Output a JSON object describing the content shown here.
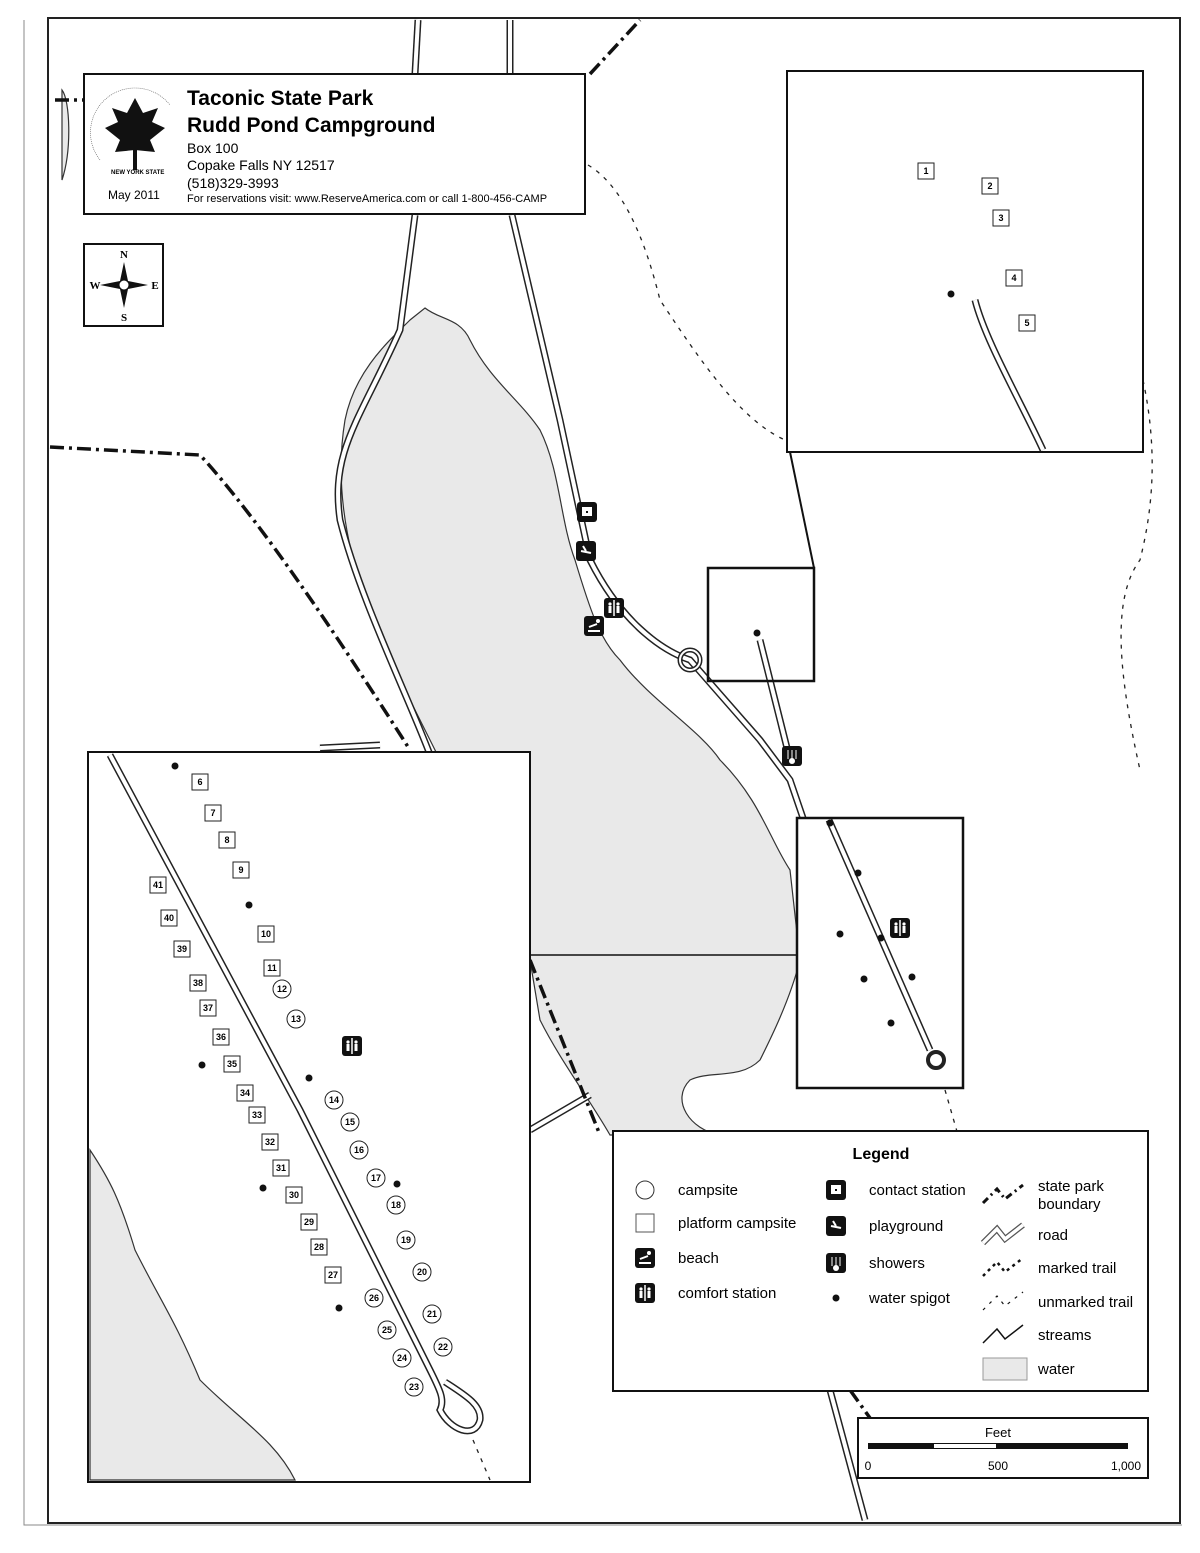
{
  "header": {
    "title_line1": "Taconic State Park",
    "title_line2": "Rudd Pond Campground",
    "address1": "Box 100",
    "address2": "Copake Falls NY 12517",
    "phone": "(518)329-3993",
    "reservations": "For reservations visit: www.ReserveAmerica.com or call 1-800-456-CAMP",
    "date": "May 2011",
    "logo_text": "OFFICE OF PARKS · RECREATION · HISTORIC PRESERVATION · NEW YORK STATE"
  },
  "compass": {
    "n": "N",
    "s": "S",
    "e": "E",
    "w": "W"
  },
  "sites": {
    "upper_inset": [
      "1",
      "2",
      "3",
      "4",
      "5"
    ],
    "platform": [
      "6",
      "7",
      "8",
      "9",
      "10",
      "11",
      "41",
      "40",
      "39",
      "38",
      "37",
      "36",
      "35",
      "34",
      "33",
      "32",
      "31",
      "30",
      "29",
      "28",
      "27"
    ],
    "campsite": [
      "12",
      "13",
      "14",
      "15",
      "16",
      "17",
      "18",
      "19",
      "20",
      "21",
      "22",
      "23",
      "24",
      "25",
      "26"
    ]
  },
  "legend": {
    "title": "Legend",
    "items": [
      {
        "icon": "campsite-circle-icon",
        "label": "campsite"
      },
      {
        "icon": "platform-square-icon",
        "label": "platform campsite"
      },
      {
        "icon": "beach-icon",
        "label": "beach"
      },
      {
        "icon": "comfort-station-icon",
        "label": "comfort station"
      },
      {
        "icon": "contact-station-icon",
        "label": "contact station"
      },
      {
        "icon": "playground-icon",
        "label": "playground"
      },
      {
        "icon": "showers-icon",
        "label": "showers"
      },
      {
        "icon": "water-spigot-icon",
        "label": "water spigot"
      },
      {
        "icon": "state-park-boundary-icon",
        "label": "state park",
        "label2": "boundary"
      },
      {
        "icon": "road-icon",
        "label": "road"
      },
      {
        "icon": "marked-trail-icon",
        "label": "marked trail"
      },
      {
        "icon": "unmarked-trail-icon",
        "label": "unmarked trail"
      },
      {
        "icon": "streams-icon",
        "label": "streams"
      },
      {
        "icon": "water-icon",
        "label": "water"
      }
    ]
  },
  "scale": {
    "title": "Feet",
    "ticks": [
      "0",
      "500",
      "1,000"
    ]
  },
  "colors": {
    "water": "#e9e9e9",
    "ink": "#111111"
  }
}
